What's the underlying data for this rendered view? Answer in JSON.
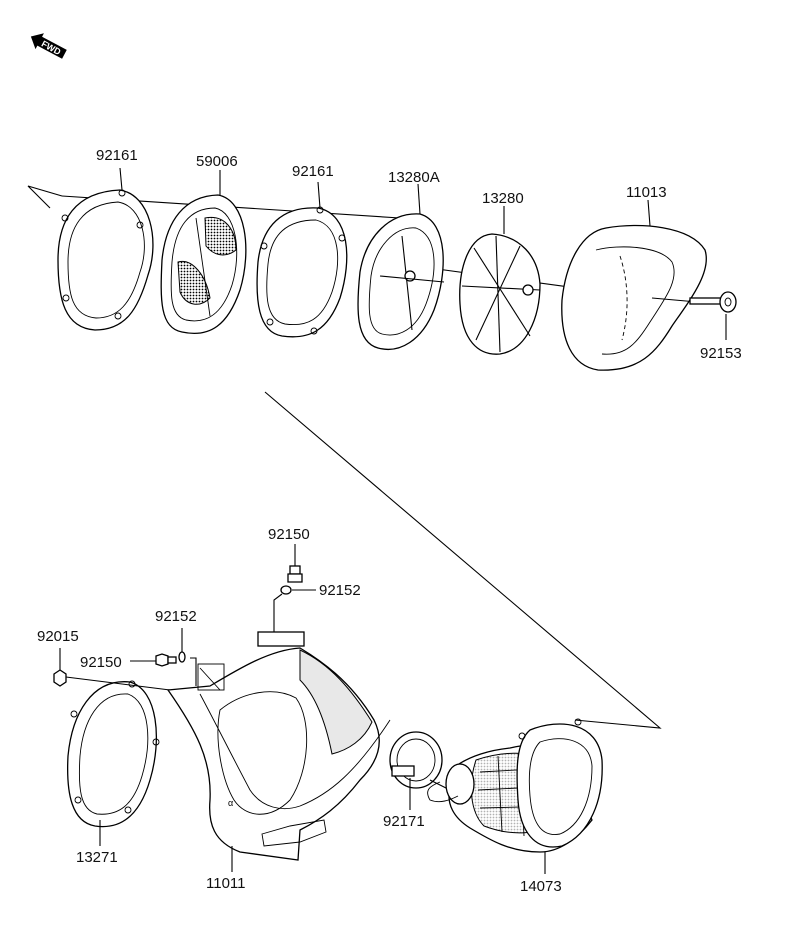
{
  "fwd_label": "FWD",
  "labels": {
    "gasket_a": "92161",
    "screen": "59006",
    "gasket_b": "92161",
    "holder_a": "13280A",
    "holder": "13280",
    "element": "11013",
    "bolt_top": "92153",
    "bolt_upper": "92150",
    "washer_upper": "92152",
    "washer_left": "92152",
    "nut": "92015",
    "bolt_left": "92150",
    "gasket_lower": "13271",
    "case": "11011",
    "clamp": "92171",
    "duct": "14073"
  }
}
